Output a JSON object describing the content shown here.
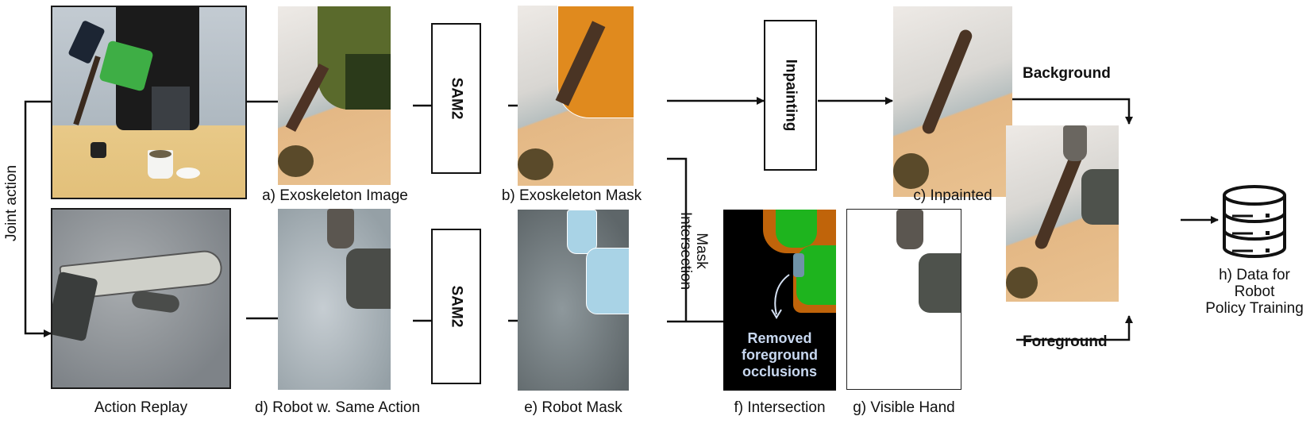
{
  "figure": {
    "left_label": "Joint action",
    "source_images": {
      "exoskeleton_scene": {
        "caption": ""
      },
      "action_replay": {
        "caption": "Action Replay"
      }
    },
    "panels": [
      {
        "id": "a",
        "caption": "a) Exoskeleton Image"
      },
      {
        "id": "b",
        "caption": "b) Exoskeleton Mask"
      },
      {
        "id": "c",
        "caption": "c) Inpainted"
      },
      {
        "id": "d",
        "caption": "d) Robot w. Same Action"
      },
      {
        "id": "e",
        "caption": "e) Robot Mask"
      },
      {
        "id": "f",
        "caption": "f) Intersection"
      },
      {
        "id": "g",
        "caption": "g) Visible Hand"
      },
      {
        "id": "h",
        "caption_lines": [
          "h) Data for",
          "Robot",
          "Policy Training"
        ]
      }
    ],
    "process_boxes": {
      "sam2_top": "SAM2",
      "sam2_bottom": "SAM2",
      "inpainting": "Inpainting"
    },
    "edge_labels": {
      "mask_intersection_line1": "Mask",
      "mask_intersection_line2": "Intersection",
      "background": "Background",
      "foreground": "Foreground"
    },
    "intersection_overlay_text": [
      "Removed",
      "foreground",
      "occlusions"
    ],
    "colors": {
      "exo_mask": "#e08a1e",
      "robot_mask": "#a9d3e6",
      "intersection_orange": "#c0640a",
      "intersection_green": "#1eb41e",
      "intersection_blue": "#6f93a8",
      "intersection_text": "#c8d8f0"
    }
  }
}
